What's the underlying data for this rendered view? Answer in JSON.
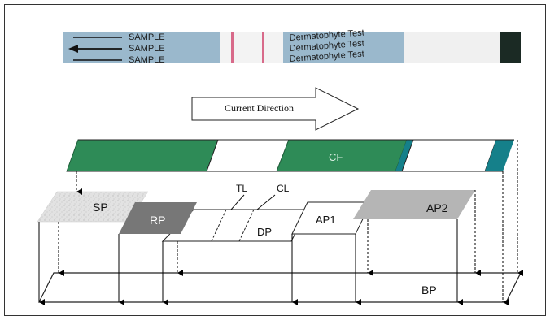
{
  "strip_photo": {
    "sample_labels": [
      "SAMPLE",
      "SAMPLE",
      "SAMPLE"
    ],
    "test_labels": [
      "Dermatophyte Test",
      "Dermatophyte Test",
      "Dermatophyte Test"
    ],
    "colors": {
      "strip_blue": "#9ab8cc",
      "strip_white": "#f2f2f2",
      "strip_dark": "#1b2a24",
      "line_pink": "#d86a8a"
    }
  },
  "flow": {
    "label": "Current Direction"
  },
  "layers": {
    "cf": {
      "label": "CF",
      "color": "#2e8b57"
    },
    "sp": {
      "label": "SP",
      "color": "#dcdcdc"
    },
    "rp": {
      "label": "RP",
      "color": "#777777"
    },
    "dp": {
      "label": "DP"
    },
    "tl": {
      "label": "TL"
    },
    "cl": {
      "label": "CL"
    },
    "ap1": {
      "label": "AP1"
    },
    "ap2": {
      "label": "AP2",
      "color": "#b5b5b5"
    },
    "bp": {
      "label": "BP"
    }
  },
  "accent": {
    "teal": "#15808a"
  }
}
